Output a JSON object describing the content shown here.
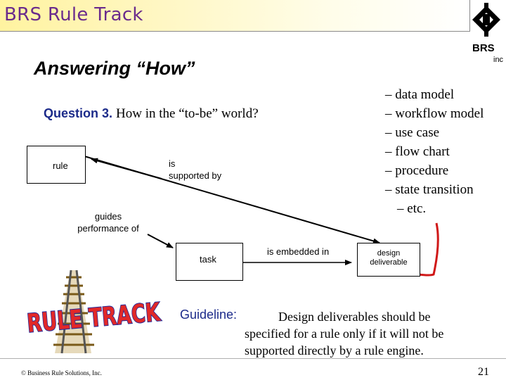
{
  "header": {
    "title": "BRS Rule Track",
    "logo_text": "BRS",
    "logo_subtext": "inc"
  },
  "subtitle": "Answering “How”",
  "question": {
    "number": "Question 3.",
    "text": "How in the “to-be” world?"
  },
  "diagram": {
    "nodes": {
      "rule": "rule",
      "task": "task",
      "deliverable_line1": "design",
      "deliverable_line2": "deliverable"
    },
    "edges": {
      "supported_by_line1": "is",
      "supported_by_line2": "supported by",
      "guides_line1": "guides",
      "guides_line2": "performance of",
      "embedded": "is embedded in"
    }
  },
  "deliverable_types": [
    "– data model",
    "– workflow model",
    "– use case",
    "– flow chart",
    "– procedure",
    "– state transition",
    "– etc."
  ],
  "guideline": {
    "label": "Guideline:",
    "line1": "Design deliverables should be",
    "line2": "specified for a rule only if it will not be",
    "line3": "supported directly by a rule engine."
  },
  "logo": {
    "word": "RULE TRACK",
    "colors": {
      "fill": "#e12828",
      "outline": "#1e2a9c"
    }
  },
  "footer": {
    "copyright": "© Business Rule Solutions, Inc.",
    "page": "21"
  },
  "colors": {
    "title_purple": "#6a2b8c",
    "question_blue": "#1c2b8a",
    "bracket_red": "#d01818",
    "header_gold": "#fff3a0"
  }
}
